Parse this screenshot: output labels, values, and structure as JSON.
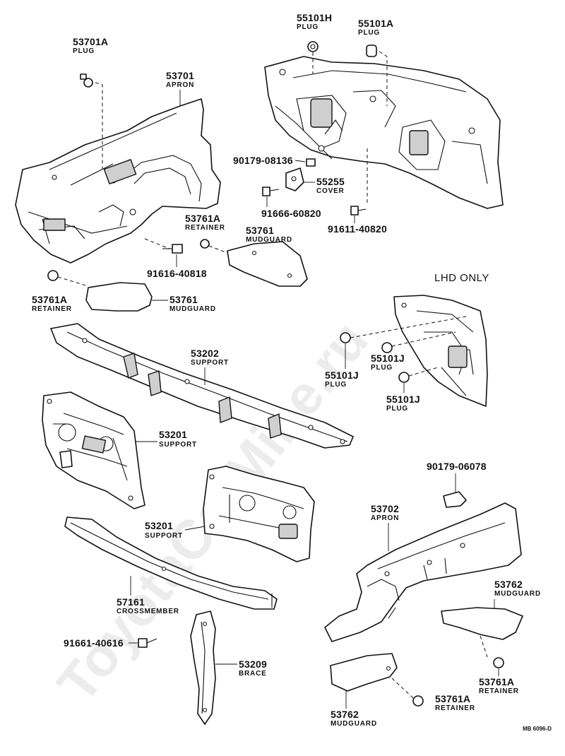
{
  "watermark": "ToyotaCarMine.ru",
  "region_note": "LHD ONLY",
  "figure_ref": "MB 6096-D",
  "callouts": {
    "plug_53701a": {
      "number": "53701A",
      "name": "PLUG"
    },
    "apron_53701": {
      "number": "53701",
      "name": "APRON"
    },
    "plug_55101h": {
      "number": "55101H",
      "name": "PLUG"
    },
    "plug_55101a": {
      "number": "55101A",
      "name": "PLUG"
    },
    "bolt_90179_08136": {
      "number": "90179-08136"
    },
    "cover_55255": {
      "number": "55255",
      "name": "COVER"
    },
    "bolt_91666_60820": {
      "number": "91666-60820"
    },
    "bolt_91611_40820": {
      "number": "91611-40820"
    },
    "retainer_53761a_mid": {
      "number": "53761A",
      "name": "RETAINER"
    },
    "mudguard_53761_mid": {
      "number": "53761",
      "name": "MUDGUARD"
    },
    "bolt_91616_40818": {
      "number": "91616-40818"
    },
    "retainer_53761a_left": {
      "number": "53761A",
      "name": "RETAINER"
    },
    "mudguard_53761_left": {
      "number": "53761",
      "name": "MUDGUARD"
    },
    "support_53202": {
      "number": "53202",
      "name": "SUPPORT"
    },
    "plug_55101j_a": {
      "number": "55101J",
      "name": "PLUG"
    },
    "plug_55101j_b": {
      "number": "55101J",
      "name": "PLUG"
    },
    "plug_55101j_c": {
      "number": "55101J",
      "name": "PLUG"
    },
    "support_53201_left": {
      "number": "53201",
      "name": "SUPPORT"
    },
    "support_53201_right": {
      "number": "53201",
      "name": "SUPPORT"
    },
    "bolt_90179_06078": {
      "number": "90179-06078"
    },
    "apron_53702": {
      "number": "53702",
      "name": "APRON"
    },
    "crossmember_57161": {
      "number": "57161",
      "name": "CROSSMEMBER"
    },
    "mudguard_53762_right": {
      "number": "53762",
      "name": "MUDGUARD"
    },
    "bolt_91661_40616": {
      "number": "91661-40616"
    },
    "brace_53209": {
      "number": "53209",
      "name": "BRACE"
    },
    "retainer_53761a_right": {
      "number": "53761A",
      "name": "RETAINER"
    },
    "retainer_53761a_bottom": {
      "number": "53761A",
      "name": "RETAINER"
    },
    "mudguard_53762_bottom": {
      "number": "53762",
      "name": "MUDGUARD"
    }
  }
}
